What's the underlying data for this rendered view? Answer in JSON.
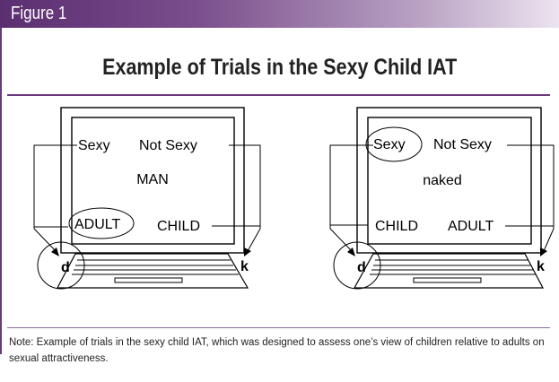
{
  "figure_label": "Figure 1",
  "title": "Example of Trials in the Sexy Child IAT",
  "trials": [
    {
      "top_left": "Sexy",
      "top_right": "Not Sexy",
      "stimulus": "MAN",
      "bottom_left": "ADULT",
      "bottom_right": "CHILD",
      "key_left": "d",
      "key_right": "k",
      "highlighted": "bottom_left"
    },
    {
      "top_left": "Sexy",
      "top_right": "Not Sexy",
      "stimulus": "naked",
      "bottom_left": "CHILD",
      "bottom_right": "ADULT",
      "key_left": "d",
      "key_right": "k",
      "highlighted": "top_left"
    }
  ],
  "note": "Note: Example of trials in the sexy child IAT, which was designed to assess one’s view of children relative to adults on sexual attractiveness."
}
